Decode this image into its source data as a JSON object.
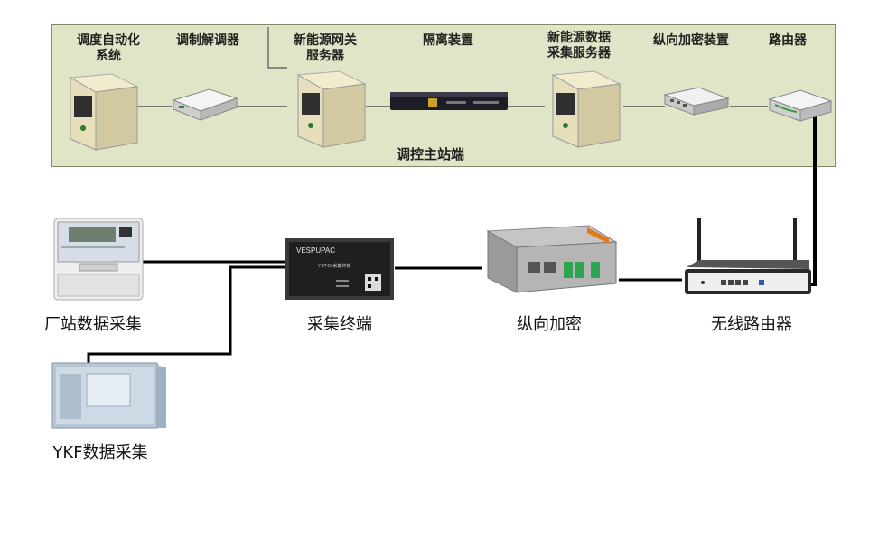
{
  "master_station": {
    "caption": "调控主站端",
    "devices": [
      {
        "label": "调度自动化\n系统"
      },
      {
        "label": "调制解调器"
      },
      {
        "label": "新能源网关\n服务器"
      },
      {
        "label": "隔离装置"
      },
      {
        "label": "新能源数据\n采集服务器"
      },
      {
        "label": "纵向加密装置"
      },
      {
        "label": "路由器"
      }
    ]
  },
  "field_devices": [
    {
      "label": "厂站数据采集"
    },
    {
      "label": "采集终端",
      "device_brand": "VESPUPAC",
      "device_model": "YST-D-采集终端"
    },
    {
      "label": "纵向加密"
    },
    {
      "label": "无线路由器"
    },
    {
      "label": "YKF数据采集"
    }
  ],
  "colors": {
    "panel_bg": "#dfe5c6",
    "wire_thick": "#000000",
    "wire_thin": "#4a4a4a"
  }
}
